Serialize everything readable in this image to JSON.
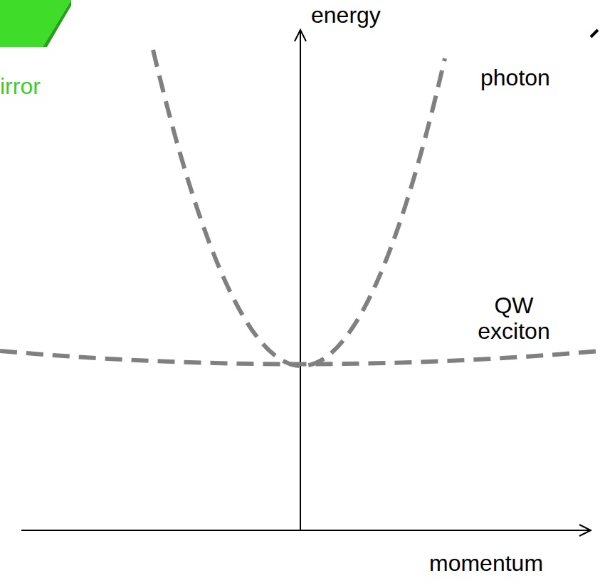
{
  "diagram": {
    "labels": [
      "irror",
      "energy",
      "photon",
      "QW exciton",
      "momentum"
    ]
  }
}
